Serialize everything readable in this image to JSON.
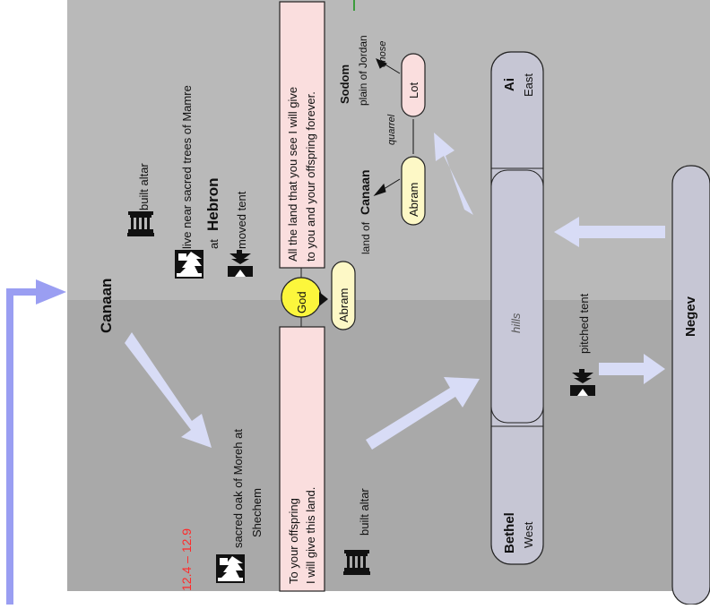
{
  "reference": "12.4 – 12.9",
  "region": "Canaan",
  "shechem": {
    "oak_line1": "sacred oak of Moreh at",
    "oak_line2": "Shechem",
    "promise_line1": "To your offspring",
    "promise_line2": "I will give this land."
  },
  "god": "God",
  "abram_center": "Abram",
  "altars": {
    "built_altar_upper": "built altar",
    "built_altar_lower": "built altar"
  },
  "hebron": {
    "trees": "live near sacred trees of Mamre",
    "at": "at",
    "name": "Hebron",
    "moved_tent": "moved tent"
  },
  "promise2": {
    "line1": "All the land that you see I will give",
    "line2": "to you and your offspring forever."
  },
  "abram_right": {
    "name": "Abram",
    "land_prefix": "land of",
    "land_name": "Canaan"
  },
  "lot": {
    "name": "Lot",
    "city": "Sodom",
    "plain": "plain of Jordan",
    "chose": "chose",
    "quarrel": "quarrel"
  },
  "places": {
    "bethel": "Bethel",
    "west": "West",
    "hills": "hills",
    "ai": "Ai",
    "east": "East",
    "negev": "Negev",
    "pitched_tent": "pitched tent"
  },
  "colors": {
    "bg_left": "#a9a9a9",
    "bg_right": "#b9b9b9",
    "arrow": "#d8dcf6",
    "arrow_frame": "#9a9ef2",
    "pink_box": "#fadede",
    "yellow_pill": "#fdf8c6",
    "god_circle": "#fcf63c",
    "reference_red": "#ff2a2a",
    "road": "#c6c6d4"
  }
}
